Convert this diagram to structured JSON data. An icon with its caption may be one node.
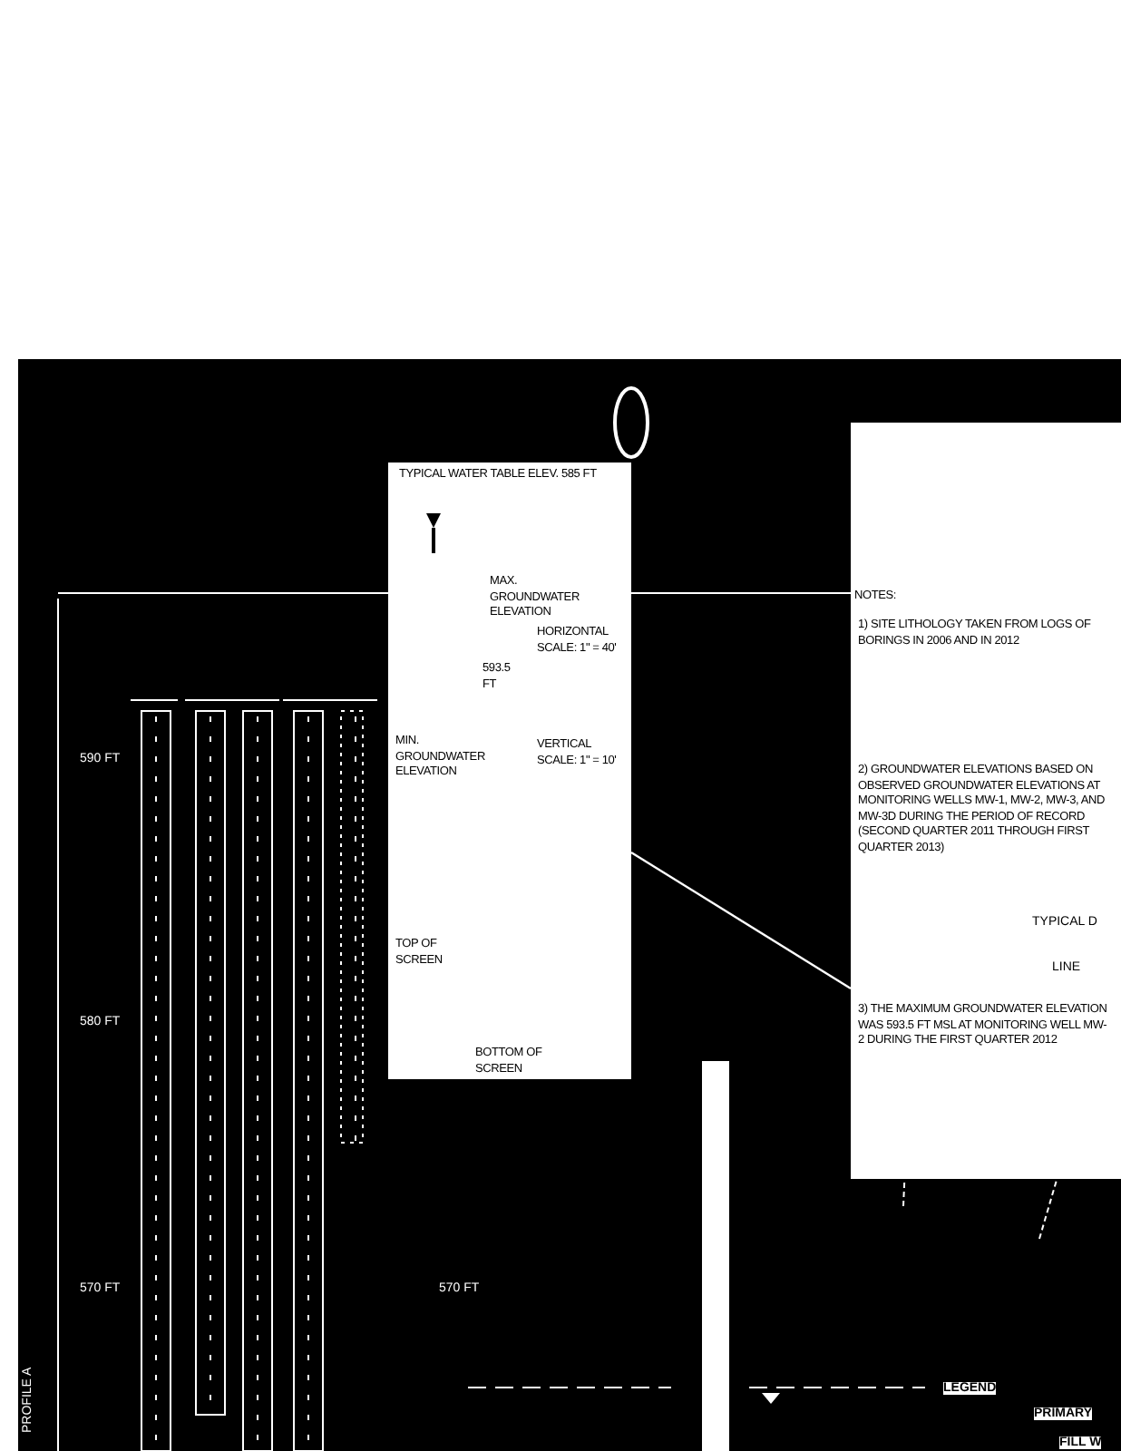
{
  "diagram": {
    "nodes": [
      {
        "text": [
          "TYPICAL WATER TABLE ELEV. 585 FT",
          "MAX. GROUNDWATER ELEVATION",
          "HORIZONTAL SCALE: 1\" = 40'",
          "593.5 FT",
          "MIN. GROUNDWATER ELEVATION",
          "VERTICAL SCALE: 1\" = 10'",
          "TOP OF SCREEN",
          "BOTTOM OF SCREEN"
        ]
      },
      {
        "text": [
          "NOTES:",
          "1) SITE LITHOLOGY TAKEN FROM LOGS OF BORINGS IN 2006 AND IN 2012",
          "2) GROUNDWATER ELEVATIONS BASED ON OBSERVED GROUNDWATER ELEVATIONS AT MONITORING WELLS MW-1, MW-2, MW-3, AND MW-3D DURING THE PERIOD OF RECORD (SECOND QUARTER 2011 THROUGH FIRST QUARTER 2013)",
          "3) THE MAXIMUM GROUNDWATER ELEVATION WAS 593.5 FT MSL AT MONITORING WELL MW-2 DURING THE FIRST QUARTER 2012"
        ]
      }
    ],
    "edges": [
      {
        "from": 0,
        "to": 1,
        "arrow": "none"
      }
    ],
    "labels": [
      "590 FT",
      "580 FT",
      "570 FT",
      "570 FT",
      "PROFILE A",
      "TYPICAL D",
      "LINE",
      "LEGEND",
      "PRIMARY",
      "FILL W"
    ]
  }
}
